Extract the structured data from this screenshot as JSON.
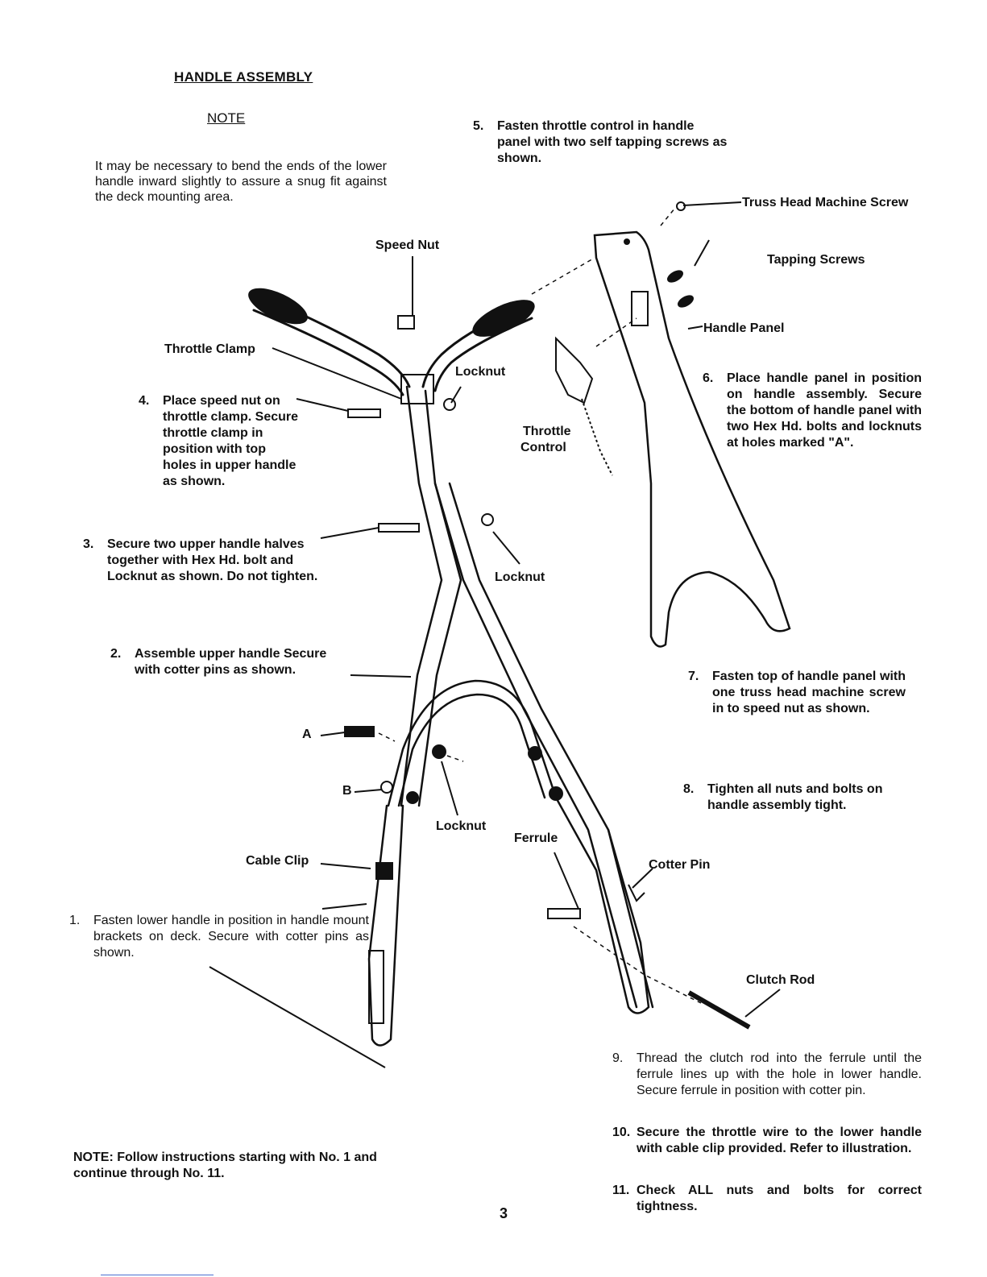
{
  "page": {
    "title": "HANDLE ASSEMBLY",
    "page_number": "3"
  },
  "note_box": {
    "heading": "NOTE",
    "text": "It may be necessary to bend the ends of the lower handle inward slightly to assure a snug fit against the deck mounting area."
  },
  "labels": {
    "speed_nut": "Speed Nut",
    "truss_head_screw": "Truss Head Machine Screw",
    "tapping_screws": "Tapping Screws",
    "handle_panel": "Handle Panel",
    "throttle_clamp": "Throttle Clamp",
    "locknut_top": "Locknut",
    "throttle_control_1": "Throttle",
    "throttle_control_2": "Control",
    "locknut_mid": "Locknut",
    "locknut_low": "Locknut",
    "ferrule": "Ferrule",
    "cotter_pin": "Cotter Pin",
    "clutch_rod": "Clutch Rod",
    "cable_clip": "Cable Clip",
    "a": "A",
    "b": "B"
  },
  "steps": [
    {
      "num": "1.",
      "text": "Fasten lower handle in position in handle mount brackets on deck. Secure with cotter pins as shown."
    },
    {
      "num": "2.",
      "text": "Assemble upper handle Secure with cotter pins as shown."
    },
    {
      "num": "3.",
      "text": "Secure two upper handle halves together with Hex Hd. bolt and Locknut as shown. Do not tighten."
    },
    {
      "num": "4.",
      "text": "Place speed nut on throttle clamp. Secure throttle clamp in position with top holes in upper handle as shown."
    },
    {
      "num": "5.",
      "text": "Fasten throttle control in handle panel with two self tapping screws as shown."
    },
    {
      "num": "6.",
      "text": "Place handle panel in position on handle assembly. Secure the bottom of handle panel with two Hex Hd. bolts and locknuts at holes marked \"A\"."
    },
    {
      "num": "7.",
      "text": "Fasten top of handle panel with one truss head machine screw in to speed nut as shown."
    },
    {
      "num": "8.",
      "text": "Tighten all nuts and bolts on handle assembly tight."
    },
    {
      "num": "9.",
      "text": "Thread the clutch rod into the ferrule until the ferrule lines up with the hole in lower handle. Secure ferrule in position with cotter pin."
    },
    {
      "num": "10.",
      "text": "Secure the throttle wire to the lower handle with cable clip provided. Refer to illustration."
    },
    {
      "num": "11.",
      "text": "Check ALL nuts and bolts for correct tightness."
    }
  ],
  "bottom_note": "NOTE: Follow instructions starting with No. 1 and continue through No. 11."
}
